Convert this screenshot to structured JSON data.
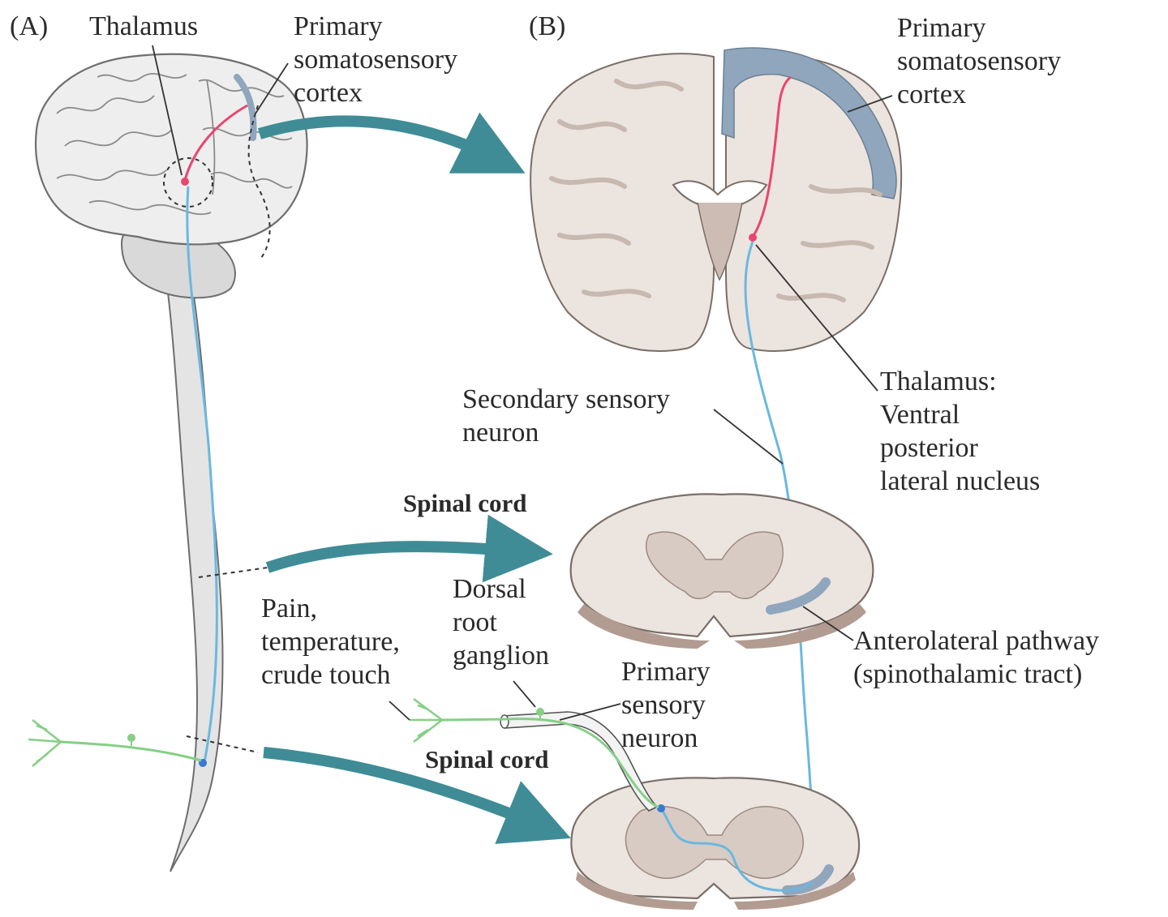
{
  "panels": {
    "a": "(A)",
    "b": "(B)"
  },
  "labels": {
    "thalamus_a": "Thalamus",
    "primary_cortex_a": "Primary\nsomatosensory\ncortex",
    "primary_cortex_b": "Primary\nsomatosensory\ncortex",
    "thalamus_b": "Thalamus:\nVentral\nposterior\nlateral nucleus",
    "secondary_neuron": "Secondary sensory\nneuron",
    "spinal_cord_upper": "Spinal cord",
    "spinal_cord_lower": "Spinal cord",
    "stimulus": "Pain,\ntemperature,\ncrude touch",
    "dorsal_root_ganglion": "Dorsal\nroot\nganglion",
    "primary_neuron": "Primary\nsensory\nneuron",
    "anterolateral": "Anterolateral pathway\n(spinothalamic tract)"
  },
  "colors": {
    "cortex_highlight": "#8fa6bd",
    "secondary_neuron": "#6ab8e0",
    "tertiary_neuron": "#e8466e",
    "primary_neuron": "#86cf86",
    "arrow": "#3f8c96",
    "tissue": "#ece4df",
    "gray_matter": "#d8cbc4",
    "brain": "#e9e9e9"
  }
}
